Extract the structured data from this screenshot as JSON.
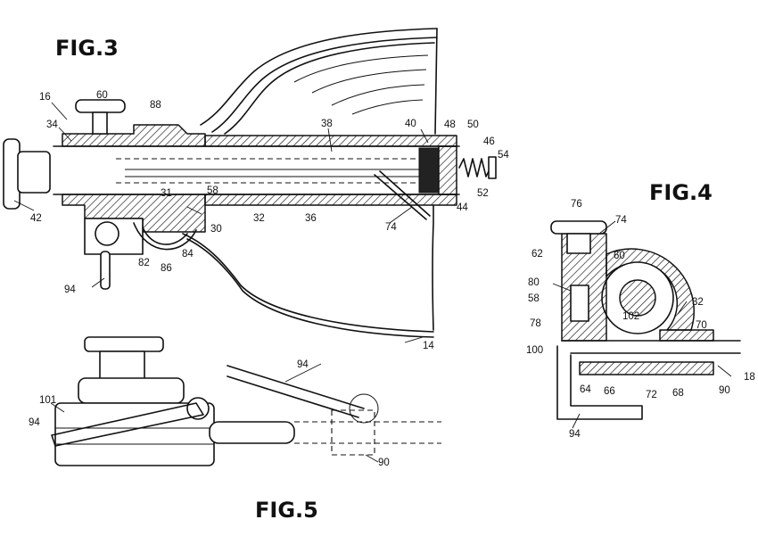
{
  "figures": {
    "fig3": {
      "title": "FIG.3",
      "refs": [
        "16",
        "60",
        "88",
        "34",
        "38",
        "40",
        "48",
        "50",
        "46",
        "54",
        "52",
        "44",
        "42",
        "31",
        "58",
        "30",
        "32",
        "36",
        "74",
        "82",
        "86",
        "84",
        "94",
        "14"
      ]
    },
    "fig4": {
      "title": "FIG.4",
      "refs": [
        "76",
        "74",
        "62",
        "60",
        "80",
        "58",
        "32",
        "102",
        "78",
        "70",
        "100",
        "18",
        "64",
        "66",
        "72",
        "68",
        "90",
        "94"
      ]
    },
    "fig5": {
      "title": "FIG.5",
      "refs": [
        "94",
        "101",
        "94",
        "90"
      ]
    }
  }
}
